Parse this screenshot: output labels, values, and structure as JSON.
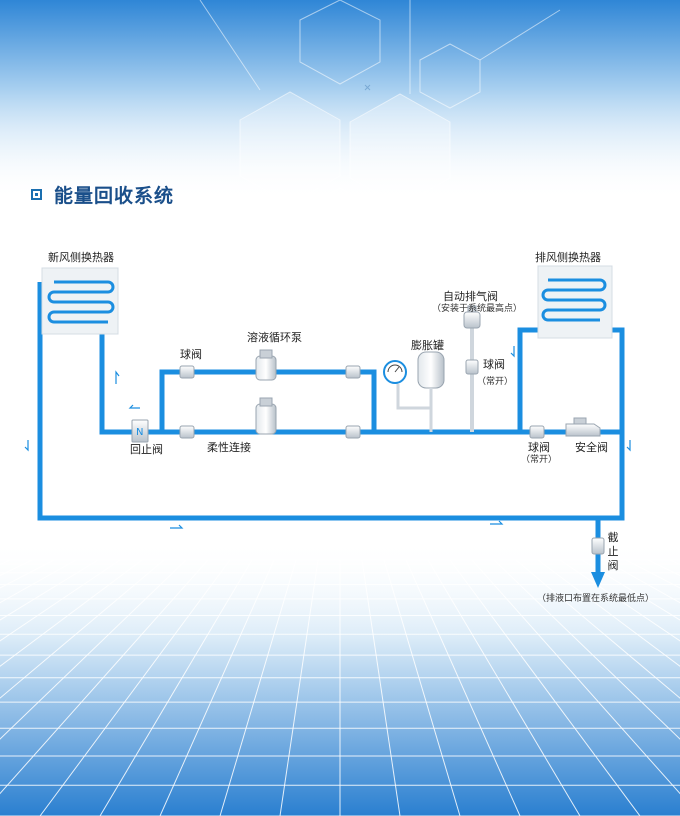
{
  "title": "能量回收系统",
  "colors": {
    "pipe": "#1b8ee0",
    "title": "#1a4f8a",
    "text": "#222222"
  },
  "labels": {
    "fresh_air_hx": "新风侧换热器",
    "exhaust_hx": "排风侧换热器",
    "ball_valve_left": "球阀",
    "pump": "溶液循环泵",
    "check_valve": "回止阀",
    "flex_conn": "柔性连接",
    "expansion_tank": "膨胀罐",
    "auto_vent": "自动排气阀",
    "auto_vent_note": "（安装于系统最高点）",
    "ball_valve_right": "球阀",
    "normally_open_1": "（常开）",
    "ball_valve_bottom": "球阀",
    "normally_open_2": "（常开）",
    "safety_valve": "安全阀",
    "stop_valve": "截止阀",
    "drain_note": "（排液口布置在系统最低点）"
  }
}
